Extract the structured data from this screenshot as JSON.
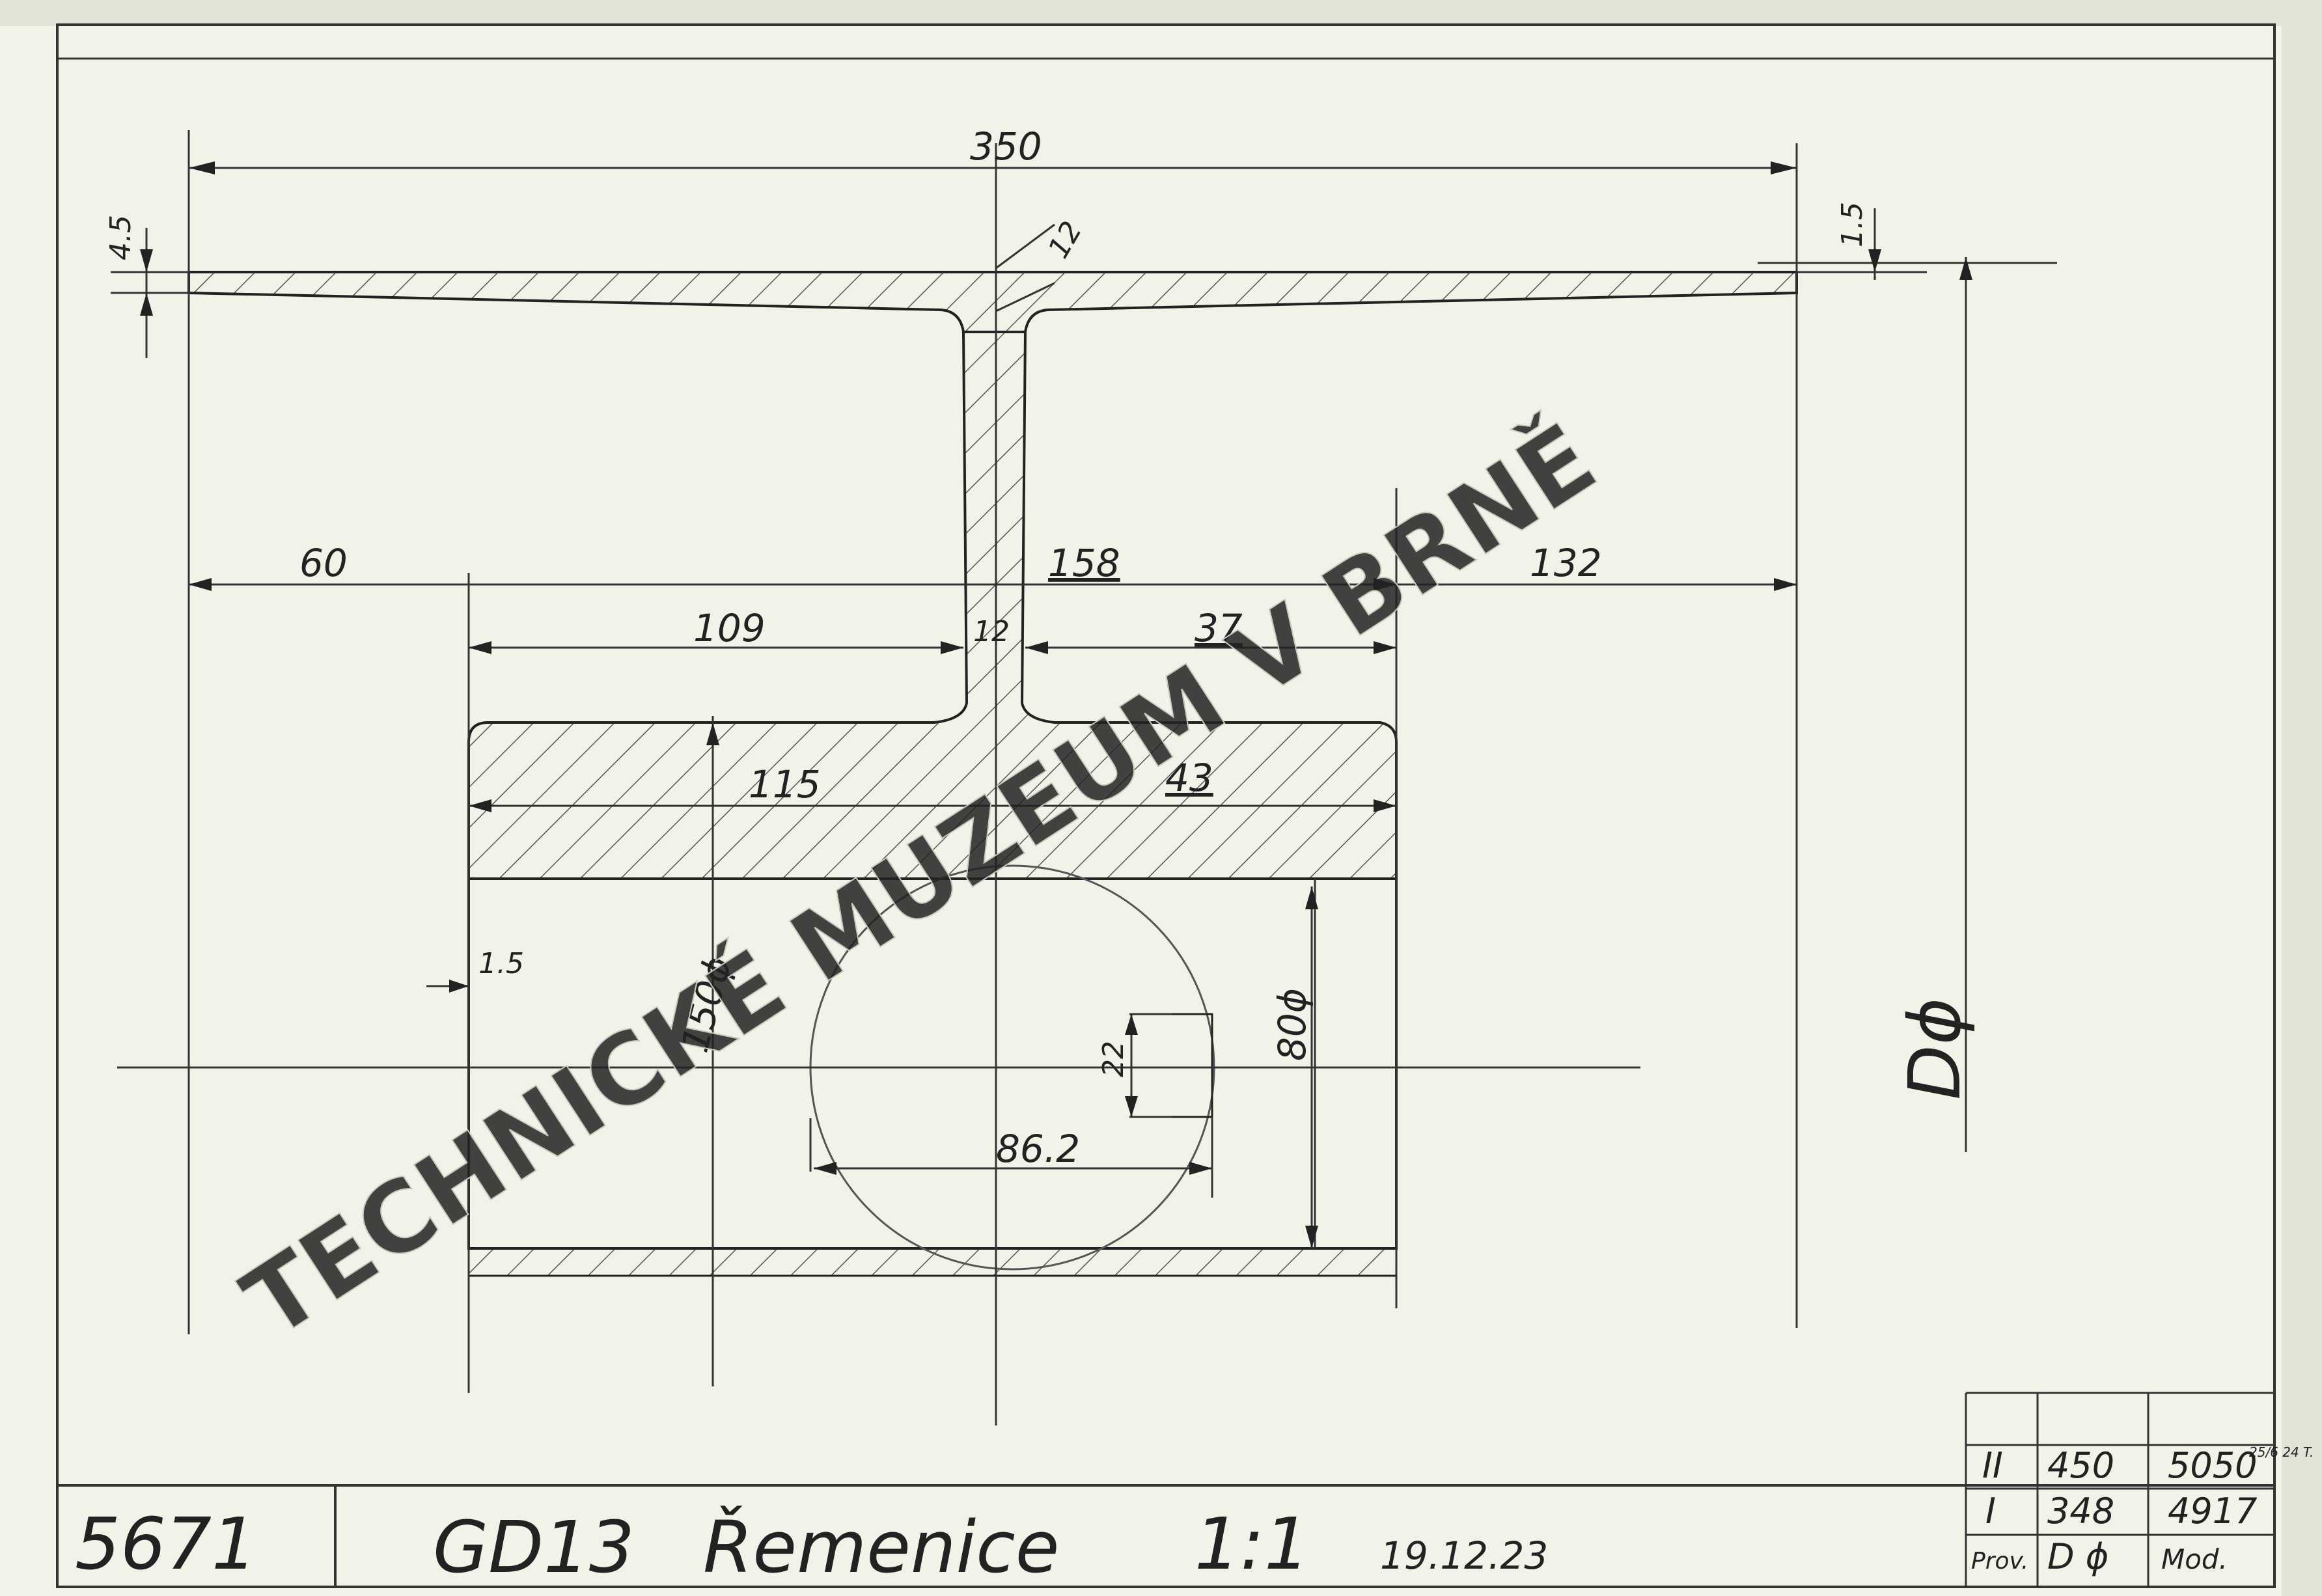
{
  "drawing": {
    "number": "5671",
    "title_code": "GD13",
    "title_name": "Řemenice",
    "scale": "1:1",
    "date": "19.12.23"
  },
  "watermark": "TECHNICKÉ MUZEUM V BRNĚ",
  "dimensions": {
    "overall_width": "350",
    "rim_thickness_left": "4.5",
    "rim_thickness_right": "1.5",
    "web_top": "12",
    "left_offset": "60",
    "hub_center": "158",
    "right_offset": "132",
    "hub_left": "109",
    "web_thickness": "12",
    "hub_right": "37",
    "hub_lower_left": "115",
    "hub_lower_right": "43",
    "bore_clearance": "1.5",
    "hub_diameter": "150ϕ",
    "key_width": "22",
    "bore_diameter": "80ϕ",
    "keyway_depth": "86.2",
    "outer_diameter": "Dϕ"
  },
  "table": {
    "rows": [
      {
        "rev": "II",
        "d": "450",
        "mod": "5050",
        "note": "25/6 24 T."
      },
      {
        "rev": "I",
        "d": "348",
        "mod": "4917",
        "note": ""
      }
    ],
    "header": {
      "rev": "Prov.",
      "d": "D ϕ",
      "mod": "Mod."
    }
  },
  "colors": {
    "paper": "#f1f2e8",
    "ink": "#222222",
    "hatch": "#555555",
    "watermark": "#ffffff"
  }
}
